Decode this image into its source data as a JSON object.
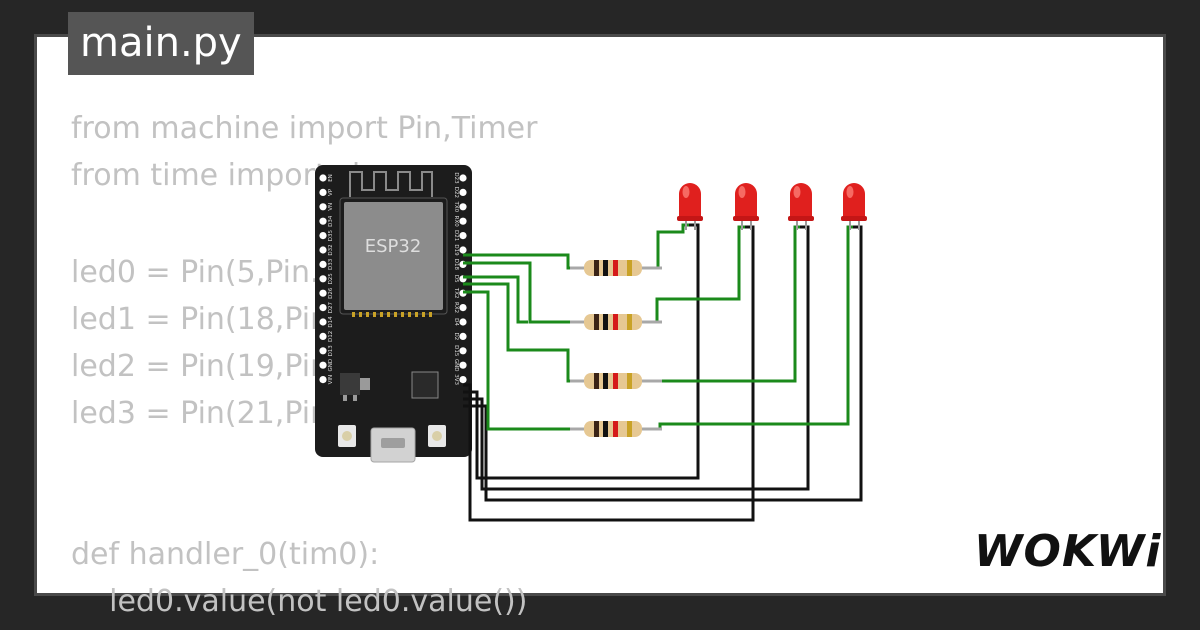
{
  "tab": {
    "filename": "main.py"
  },
  "code_lines": [
    "from machine import Pin,Timer",
    "from time import sleep",
    "",
    "led0 = Pin(5,Pin.OUT)",
    "led1 = Pin(18,Pin.OUT)",
    "led2 = Pin(19,Pin.OUT)",
    "led3 = Pin(21,Pin.OUT)",
    "",
    "",
    "def handler_0(tim0):",
    "    led0.value(not led0.value())"
  ],
  "board": {
    "chip_label": "ESP32",
    "left_pins": [
      "EN",
      "VP",
      "VN",
      "D34",
      "D35",
      "D32",
      "D33",
      "D25",
      "D26",
      "D27",
      "D14",
      "D12",
      "D13",
      "GND",
      "VIN"
    ],
    "right_pins": [
      "D23",
      "D22",
      "TX0",
      "RX0",
      "D21",
      "D19",
      "D18",
      "D5",
      "TX2",
      "RX2",
      "D4",
      "D2",
      "D15",
      "GND",
      "3V3"
    ]
  },
  "leds": {
    "count": 4,
    "color": "#e0201e"
  },
  "wire_colors": {
    "signal": "#1b8a1b",
    "ground": "#111111"
  },
  "brand": {
    "name": "WOKWi"
  }
}
